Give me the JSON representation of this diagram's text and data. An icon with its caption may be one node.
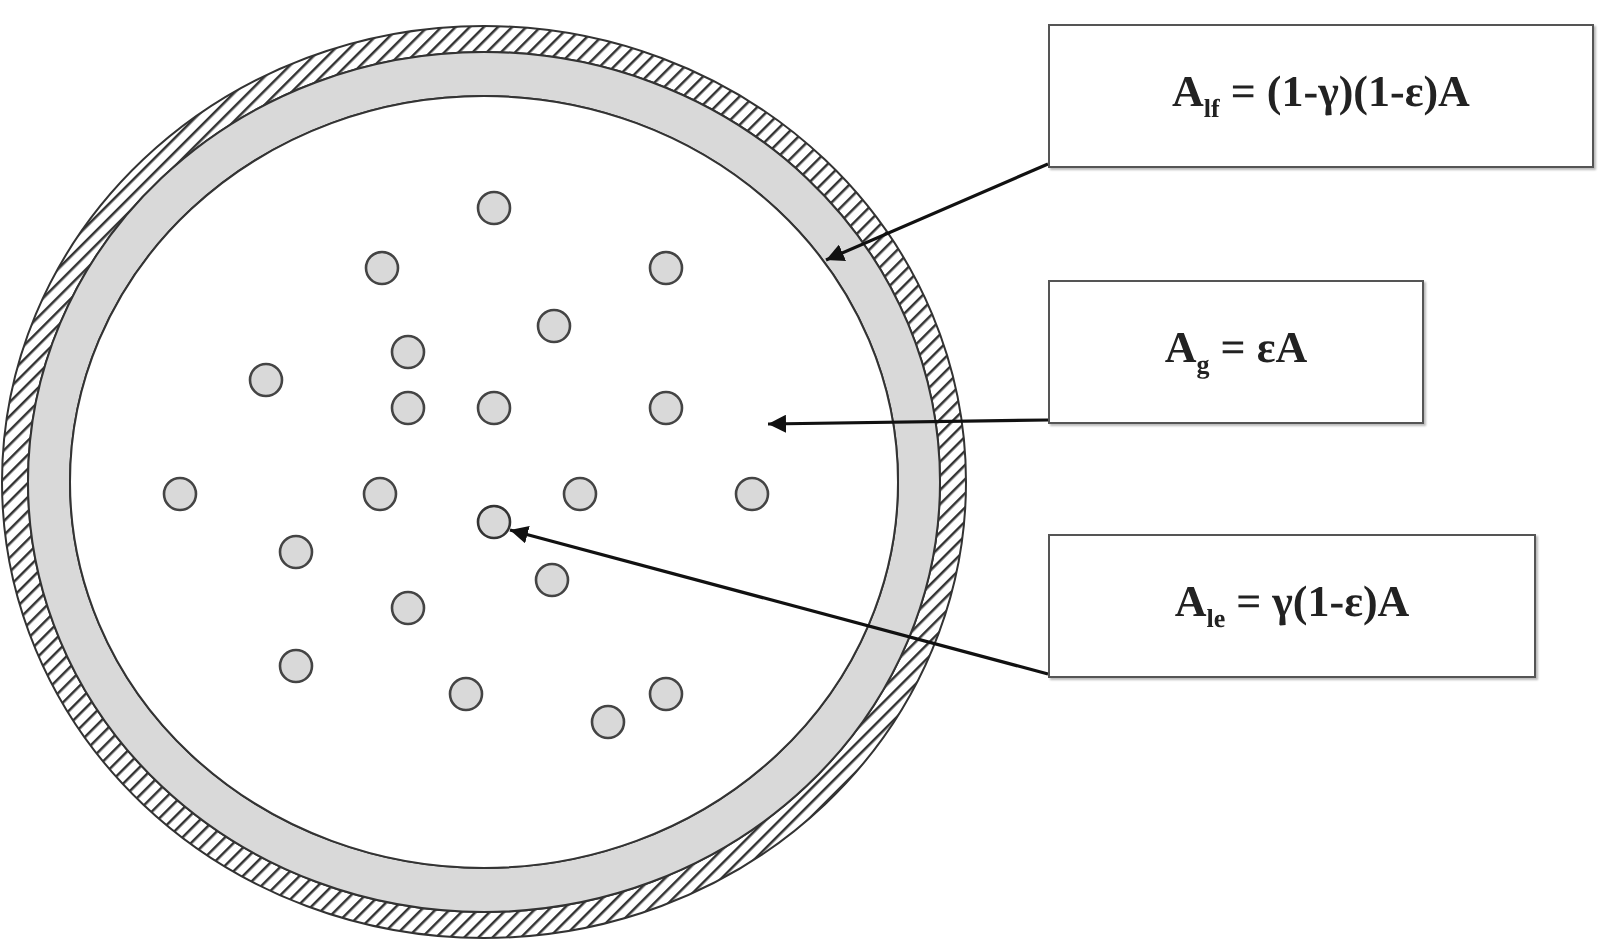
{
  "diagram": {
    "nodes": [
      {
        "text": [
          "A$_{lf}$ = (1-γ)(1-ε)A"
        ]
      },
      {
        "text": [
          "A$_{g}$ = εA"
        ]
      },
      {
        "text": [
          "A$_{le}$ = γ(1-ε)A"
        ]
      },
      {
        "text": [],
        "shape": "circle"
      },
      {
        "text": [],
        "shape": "circle",
        "in": 3
      },
      {
        "text": [],
        "shape": "circle",
        "in": 4
      }
    ],
    "edges": [
      {
        "from": 0,
        "to": 3,
        "arrow": "to"
      },
      {
        "from": 1,
        "to": 4,
        "arrow": "to"
      },
      {
        "from": 2,
        "to": 5,
        "arrow": "to"
      }
    ]
  }
}
